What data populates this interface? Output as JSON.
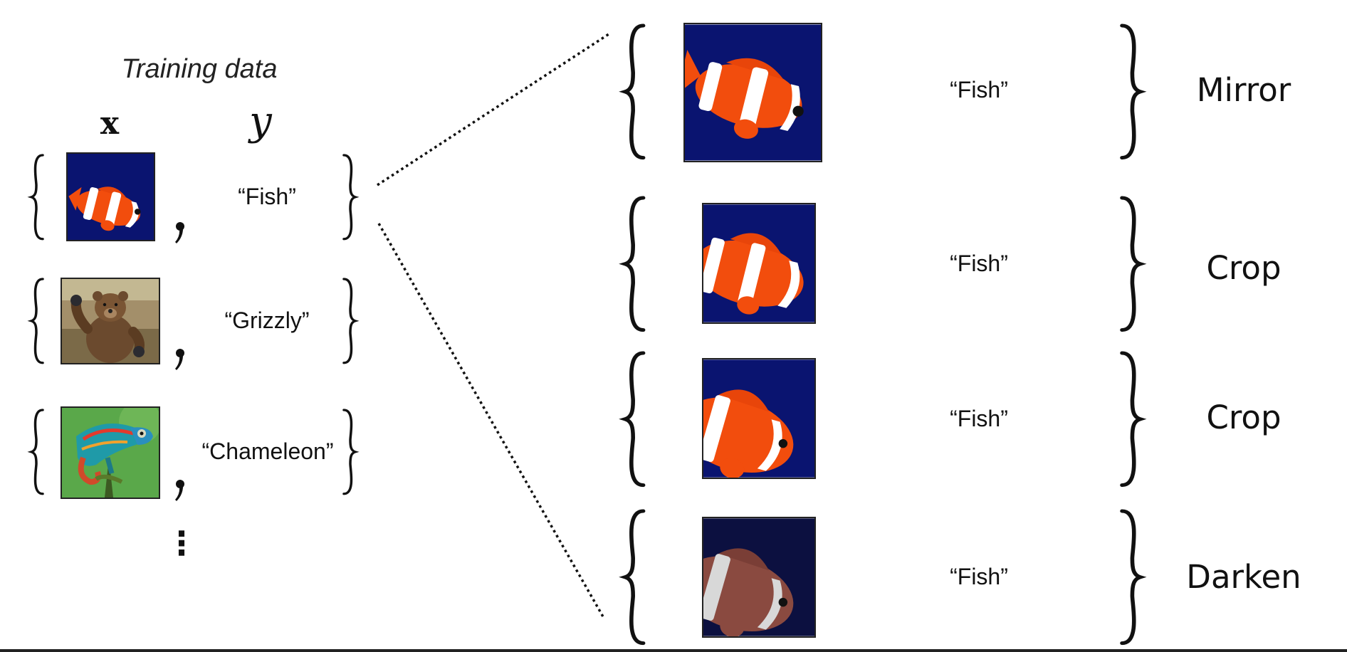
{
  "title": "Training data",
  "headers": {
    "x": "x",
    "y": "y"
  },
  "ellipsis": "⋮",
  "training_examples": [
    {
      "image": "clownfish-photo",
      "label": "“Fish”"
    },
    {
      "image": "grizzly-bear-photo",
      "label": "“Grizzly”"
    },
    {
      "image": "chameleon-photo",
      "label": "“Chameleon”"
    }
  ],
  "augmentations": [
    {
      "image": "clownfish-mirrored-photo",
      "label": "“Fish”",
      "name": "Mirror"
    },
    {
      "image": "clownfish-cropped-photo",
      "label": "“Fish”",
      "name": "Crop"
    },
    {
      "image": "clownfish-cropped-photo-2",
      "label": "“Fish”",
      "name": "Crop"
    },
    {
      "image": "clownfish-darkened-photo",
      "label": "“Fish”",
      "name": "Darken"
    }
  ],
  "colors": {
    "fish_background": "#0a1470",
    "fish_orange": "#f24d0d",
    "darkened_background": "#0c1040",
    "darkened_fish": "#8a4a40"
  }
}
